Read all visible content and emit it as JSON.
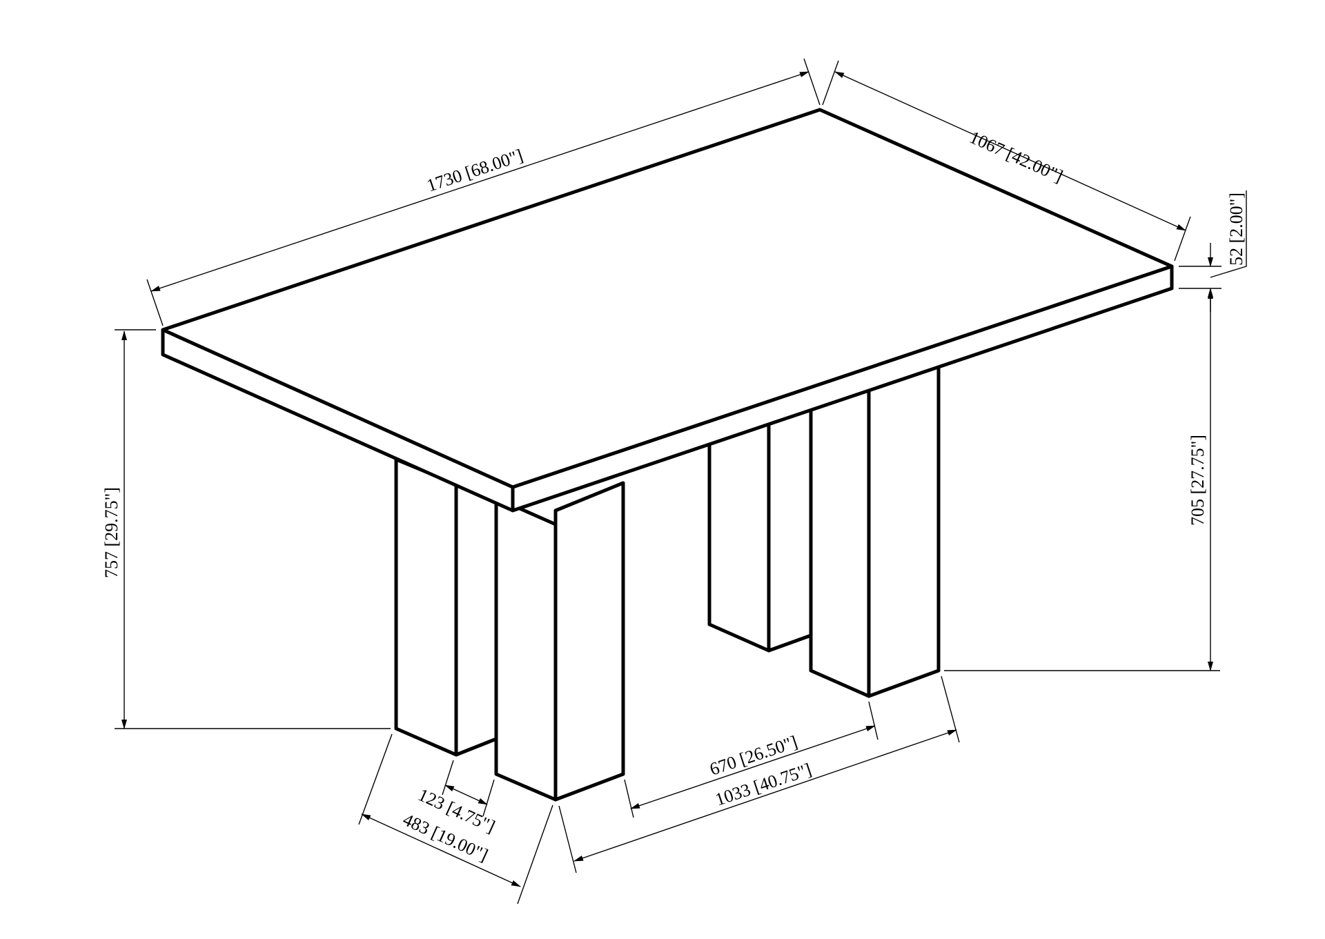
{
  "drawing": {
    "subject": "Rectangular dining table with four block legs (isometric view)",
    "line_color": "#000000",
    "background": "#ffffff"
  },
  "dimensions": {
    "length": "1730 [68.00\"]",
    "width": "1067 [42.00\"]",
    "top_thickness": "52 [2.00\"]",
    "under_top_height": "705 [27.75\"]",
    "overall_height": "757 [29.75\"]",
    "leg_gap_inner": "670 [26.50\"]",
    "leg_span_outer": "1033 [40.75\"]",
    "leg_thickness": "123 [4.75\"]",
    "leg_group_depth": "483 [19.00\"]"
  }
}
